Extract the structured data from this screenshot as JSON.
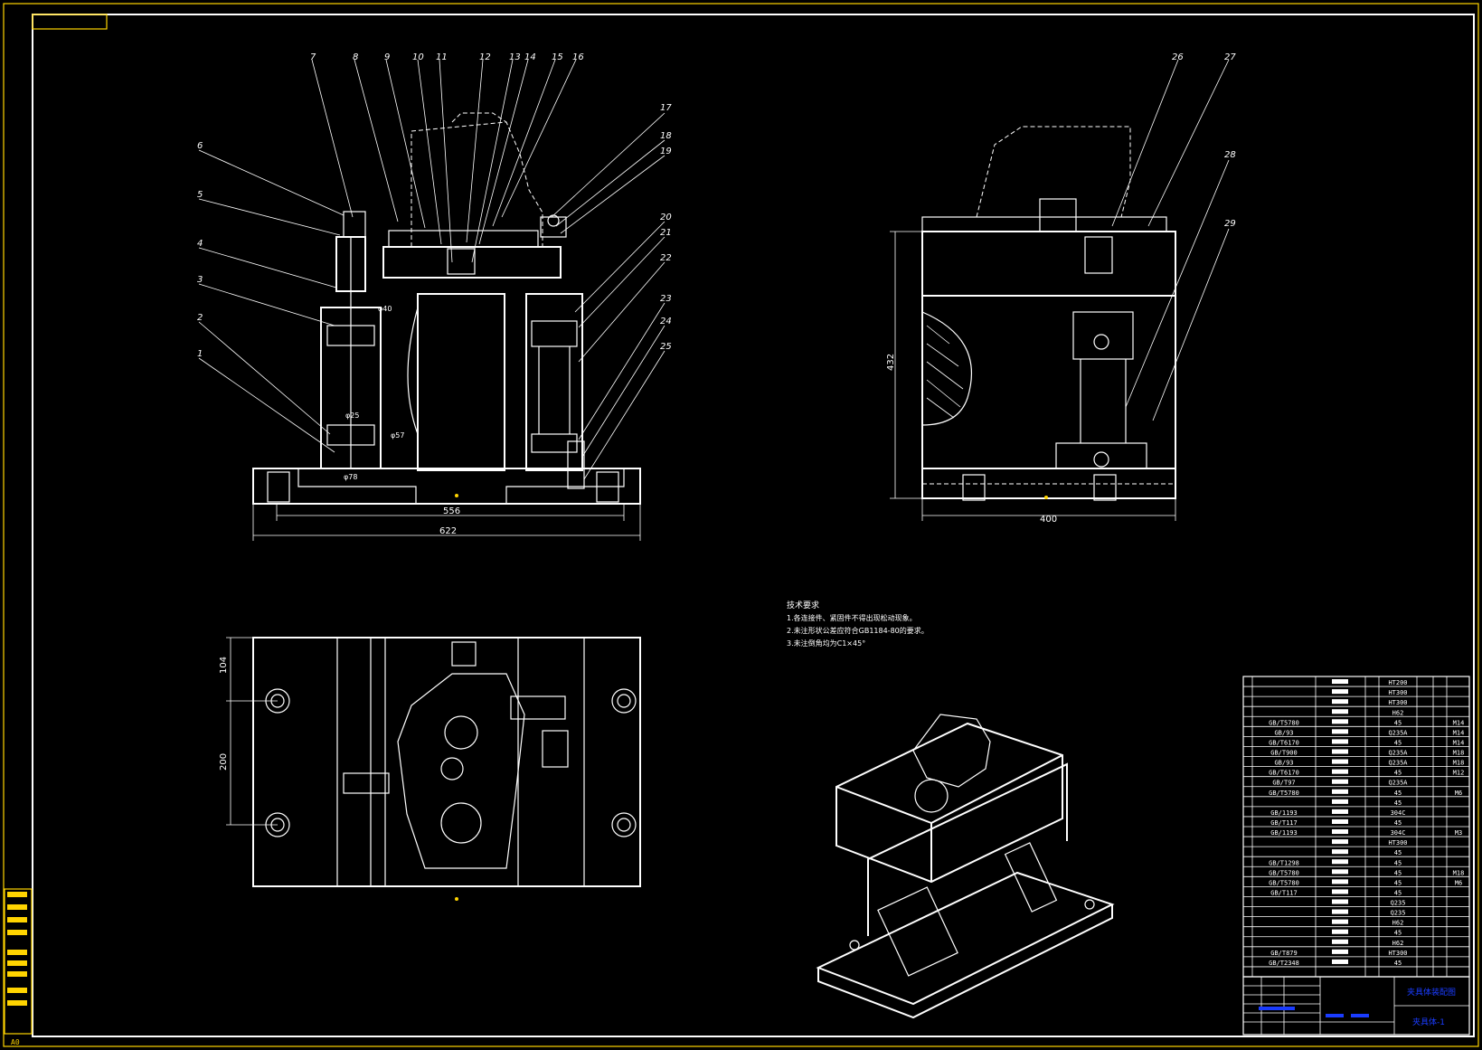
{
  "drawing": {
    "corner_label": "A0",
    "dimensions": {
      "front_inner": "556",
      "front_overall": "622",
      "side_height": "432",
      "side_width": "400",
      "top_a": "104",
      "top_b": "200",
      "phi1": "φ25",
      "phi2": "φ40",
      "phi3": "φ57",
      "phi4": "φ78"
    },
    "balloons": [
      "1",
      "2",
      "3",
      "4",
      "5",
      "6",
      "7",
      "8",
      "9",
      "10",
      "11",
      "12",
      "13",
      "14",
      "15",
      "16",
      "17",
      "18",
      "19",
      "20",
      "21",
      "22",
      "23",
      "24",
      "25",
      "26",
      "27",
      "28",
      "29"
    ],
    "tech_requirements": {
      "title": "技术要求",
      "items": [
        "1.各连接件、紧固件不得出现松动现象。",
        "2.未注形状公差应符合GB1184-80的要求。",
        "3.未注倒角均为C1×45°"
      ]
    },
    "bom": {
      "rows": [
        {
          "std": "",
          "mat": "HT200",
          "note": ""
        },
        {
          "std": "",
          "mat": "HT300",
          "note": ""
        },
        {
          "std": "",
          "mat": "HT300",
          "note": ""
        },
        {
          "std": "",
          "mat": "H62",
          "note": ""
        },
        {
          "std": "GB/T5780",
          "mat": "45",
          "note": "M14"
        },
        {
          "std": "GB/93",
          "mat": "Q235A",
          "note": "M14"
        },
        {
          "std": "GB/T6170",
          "mat": "45",
          "note": "M14"
        },
        {
          "std": "GB/T900",
          "mat": "Q235A",
          "note": "M18"
        },
        {
          "std": "GB/93",
          "mat": "Q235A",
          "note": "M18"
        },
        {
          "std": "GB/T6170",
          "mat": "45",
          "note": "M12"
        },
        {
          "std": "GB/T97",
          "mat": "Q235A",
          "note": ""
        },
        {
          "std": "GB/T5780",
          "mat": "45",
          "note": "M6"
        },
        {
          "std": "",
          "mat": "45",
          "note": ""
        },
        {
          "std": "GB/1193",
          "mat": "304C",
          "note": ""
        },
        {
          "std": "GB/T117",
          "mat": "45",
          "note": ""
        },
        {
          "std": "GB/1193",
          "mat": "304C",
          "note": "M3"
        },
        {
          "std": "",
          "mat": "HT300",
          "note": ""
        },
        {
          "std": "",
          "mat": "45",
          "note": ""
        },
        {
          "std": "GB/T1298",
          "mat": "45",
          "note": ""
        },
        {
          "std": "GB/T5780",
          "mat": "45",
          "note": "M18"
        },
        {
          "std": "GB/T5780",
          "mat": "45",
          "note": "M6"
        },
        {
          "std": "GB/T117",
          "mat": "45",
          "note": ""
        },
        {
          "std": "",
          "mat": "Q235",
          "note": ""
        },
        {
          "std": "",
          "mat": "Q235",
          "note": ""
        },
        {
          "std": "",
          "mat": "H62",
          "note": ""
        },
        {
          "std": "",
          "mat": "45",
          "note": ""
        },
        {
          "std": "",
          "mat": "H62",
          "note": ""
        },
        {
          "std": "GB/T879",
          "mat": "HT300",
          "note": ""
        },
        {
          "std": "GB/T2348",
          "mat": "45",
          "note": ""
        }
      ]
    },
    "title_block": {
      "title": "夹具体装配图",
      "drawing_no": "夹具体-1"
    }
  },
  "colors": {
    "background": "#000000",
    "lines": "#ffffff",
    "frame": "#ffd400",
    "title_blue": "#1a3cff"
  }
}
